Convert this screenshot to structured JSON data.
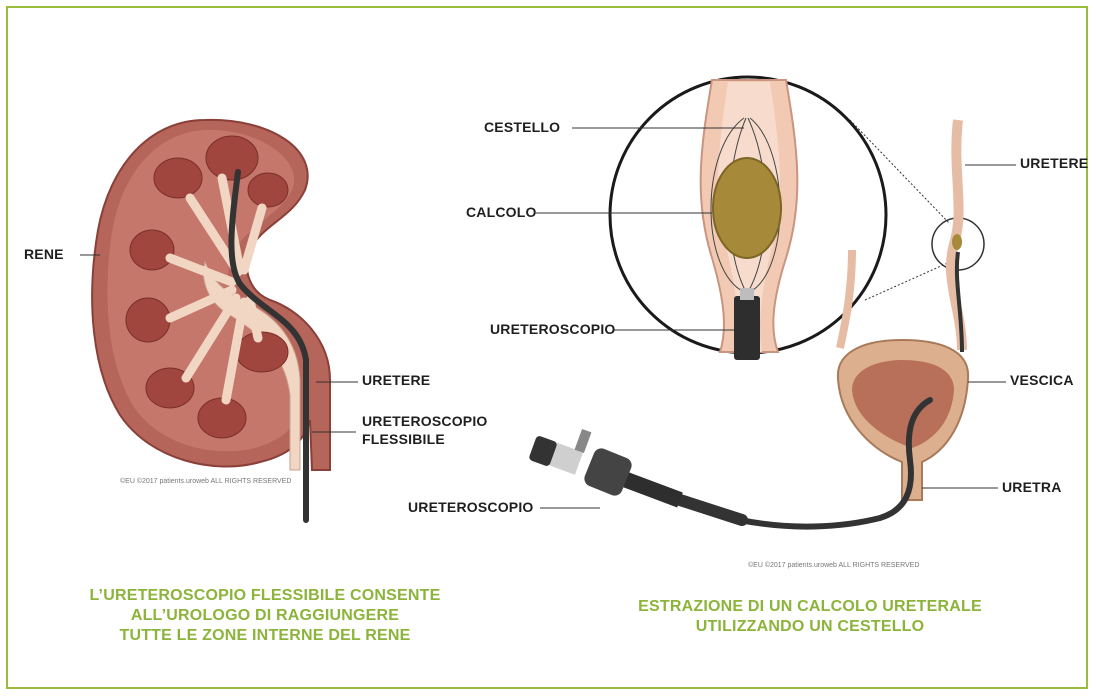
{
  "colors": {
    "frame": "#9bbb3a",
    "caption": "#8cb43a",
    "kidney": "#b5655a",
    "tissue": "#f2d6c4",
    "scope": "#333333",
    "stone": "#a68a3a"
  },
  "labels": {
    "rene": "RENE",
    "uretere_left": "URETERE",
    "ureteroscopio_flessibile": "URETEROSCOPIO\nFLESSIBILE",
    "cestello": "CESTELLO",
    "calcolo": "CALCOLO",
    "ureteroscopio_zoom": "URETEROSCOPIO",
    "uretere_right": "URETERE",
    "vescica": "VESCICA",
    "uretra": "URETRA",
    "ureteroscopio_bottom": "URETEROSCOPIO"
  },
  "captions": {
    "left": "L’URETEROSCOPIO FLESSIBILE CONSENTE\nALL’UROLOGO DI RAGGIUNGERE\nTUTTE LE ZONE INTERNE DEL RENE",
    "right": "ESTRAZIONE DI UN CALCOLO URETERALE\nUTILIZZANDO UN CESTELLO"
  },
  "copyright": {
    "left": "©EU ©2017 patients.uroweb ALL RIGHTS RESERVED",
    "right": "©EU ©2017 patients.uroweb ALL RIGHTS RESERVED"
  }
}
